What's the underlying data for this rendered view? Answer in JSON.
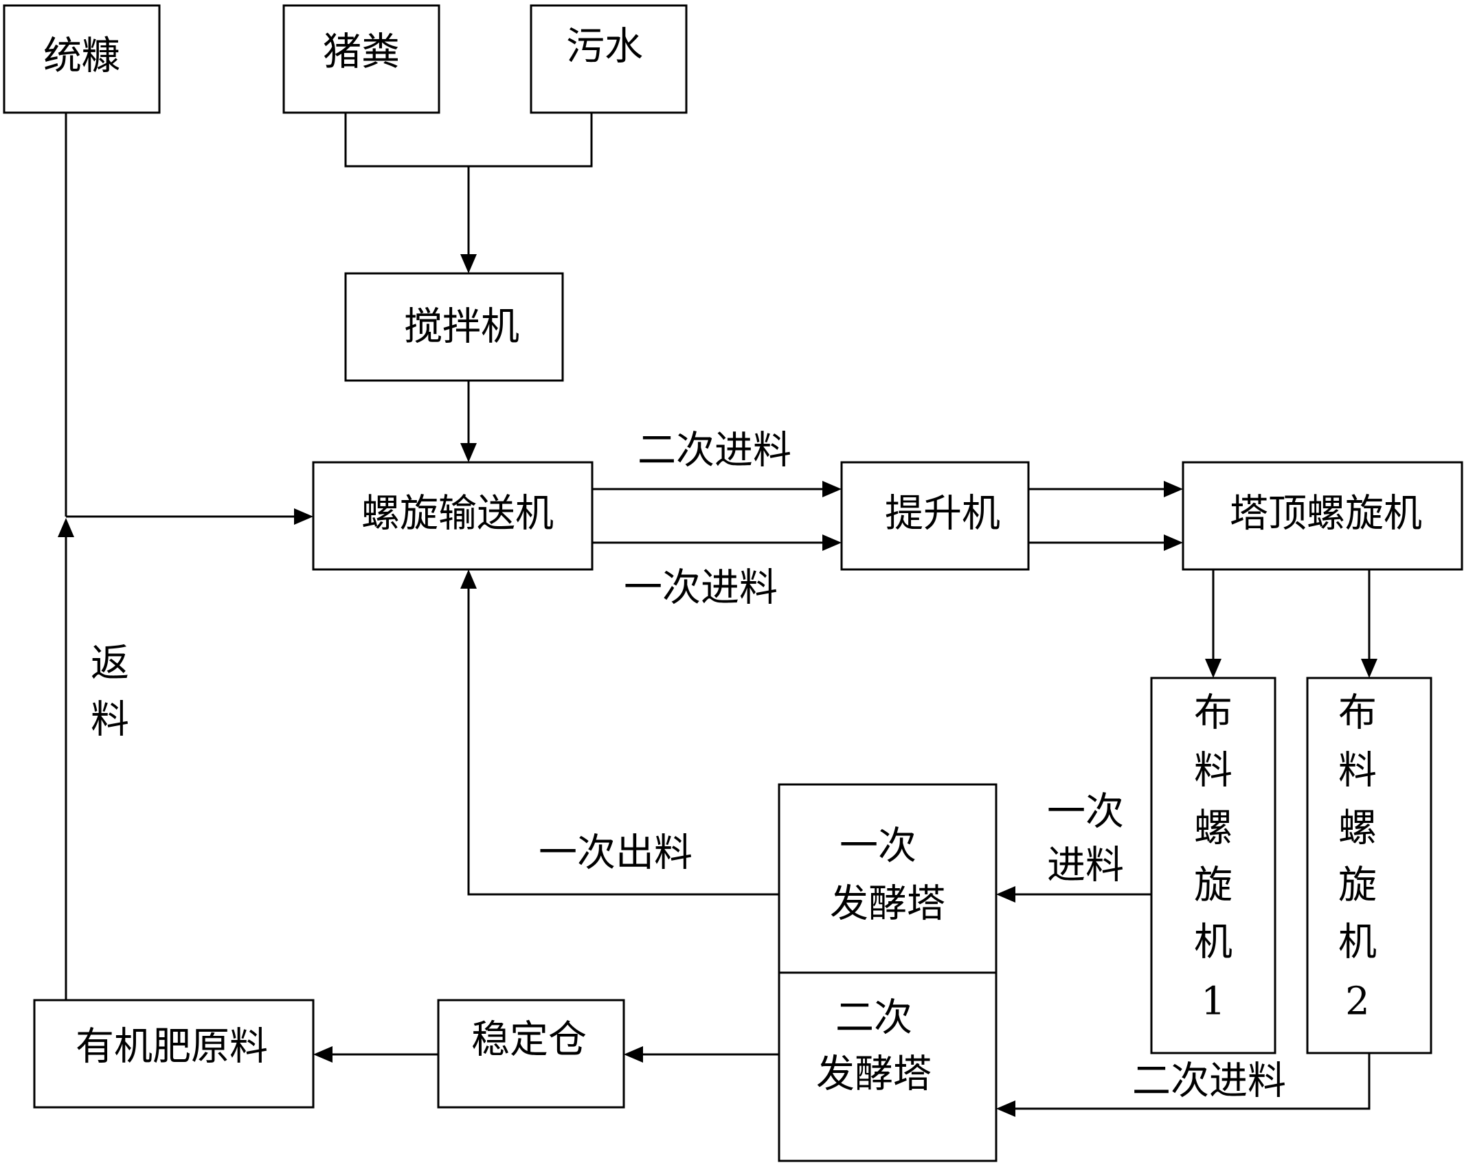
{
  "nodes": {
    "tongkang": "统糠",
    "zhufen": "猪粪",
    "wushui": "污水",
    "jiaobanji": "搅拌机",
    "luoxuan_shusongji": "螺旋输送机",
    "tishengji": "提升机",
    "tading_luoxuanji": "塔顶螺旋机",
    "bulu_1": [
      "布",
      "料",
      "螺",
      "旋",
      "机",
      "1"
    ],
    "bulu_2": [
      "布",
      "料",
      "螺",
      "旋",
      "机",
      "2"
    ],
    "yici_tower": [
      "一次",
      "发酵塔"
    ],
    "erci_tower": [
      "二次",
      "发酵塔"
    ],
    "wendingcang": "稳定仓",
    "youjifei": "有机肥原料"
  },
  "edge_labels": {
    "erci_jinliao_top": "二次进料",
    "yici_jinliao_top": "一次进料",
    "fanliao": [
      "返",
      "料"
    ],
    "yici_chuliao": "一次出料",
    "yici_jinliao_right": [
      "一次",
      "进料"
    ],
    "erci_jinliao_bottom": "二次进料"
  }
}
